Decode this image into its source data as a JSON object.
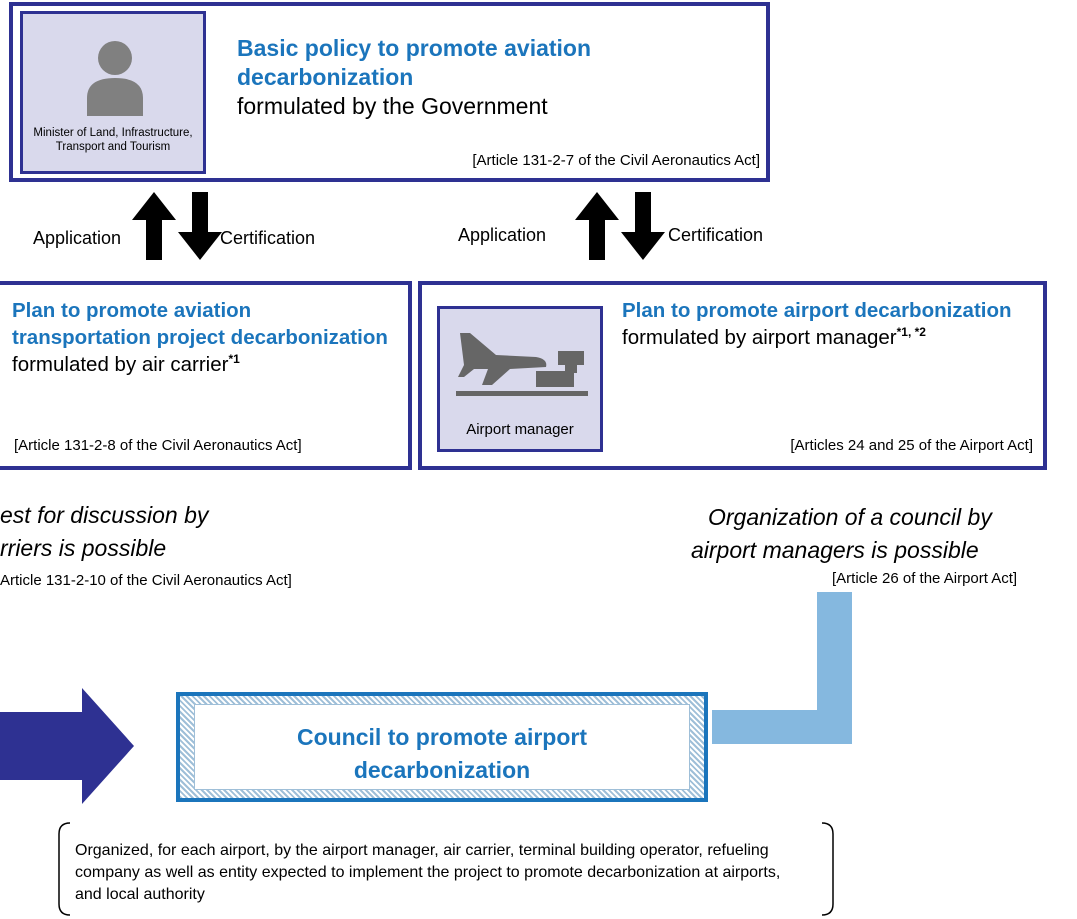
{
  "basic_policy": {
    "title_blue": "Basic policy to promote aviation decarbonization",
    "title_rest": "formulated by the Government",
    "minister_label": "Minister of Land, Infrastructure, Transport and Tourism",
    "reference": "[Article 131-2-7 of the Civil Aeronautics Act]"
  },
  "left_arrows": {
    "application": "Application",
    "certification": "Certification"
  },
  "right_arrows": {
    "application": "Application",
    "certification": "Certification"
  },
  "air_carrier_plan": {
    "title_blue": "Plan to promote aviation transportation project decarbonization",
    "title_rest": " formulated by air carrier",
    "superscript": "*1",
    "reference": "[Article 131-2-8 of the Civil Aeronautics Act]"
  },
  "airport_plan": {
    "title_blue": "Plan to promote airport decarbonization",
    "title_rest": " formulated by airport manager",
    "superscript": "*1, *2",
    "icon_label": "Airport manager",
    "reference": "[Articles 24 and 25 of the Airport Act]"
  },
  "left_note": {
    "line1": "est for discussion by",
    "line2": "rriers is possible",
    "reference": "Article 131-2-10 of the Civil Aeronautics Act]"
  },
  "right_note": {
    "line1": "Organization of a council by",
    "line2": "airport managers is possible",
    "reference": "[Article 26 of the Airport Act]"
  },
  "council": {
    "title": "Council to promote airport decarbonization"
  },
  "council_note": {
    "text": "Organized, for each airport, by the airport manager, air carrier, terminal building operator, refueling company as well as entity expected to implement the project to promote decarbonization at airports, and local authority"
  },
  "colors": {
    "box_border": "#2e3192",
    "title_blue": "#1b75bc",
    "icon_bg": "#d9d9ec",
    "connector_light_blue": "#85b8df"
  }
}
